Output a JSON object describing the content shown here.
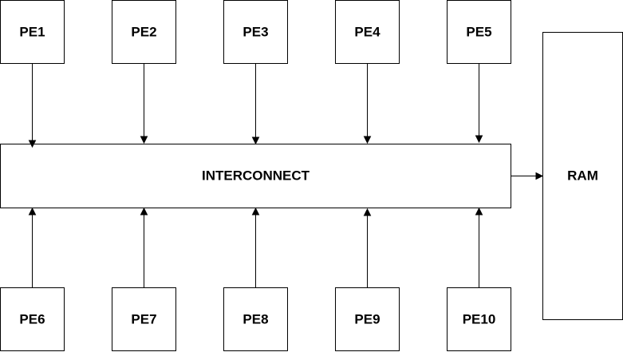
{
  "diagram": {
    "top_row": [
      "PE1",
      "PE2",
      "PE3",
      "PE4",
      "PE5"
    ],
    "bottom_row": [
      "PE6",
      "PE7",
      "PE8",
      "PE9",
      "PE10"
    ],
    "interconnect": "INTERCONNECT",
    "memory": "RAM"
  },
  "colors": {
    "stroke": "#000000",
    "fill": "#ffffff",
    "text": "#000000"
  }
}
